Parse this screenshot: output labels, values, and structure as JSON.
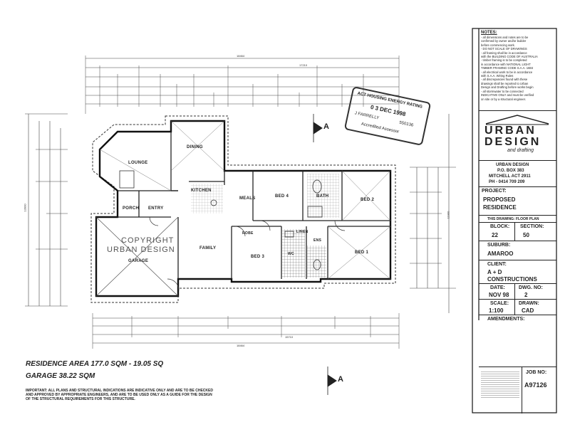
{
  "stamp": {
    "title": "ACT HOUSING ENERGY RATING",
    "date": "0 3 DEC 1998",
    "assessor": "J FARRELLY",
    "number": "550136",
    "role": "Accredited Assessor"
  },
  "rooms": {
    "lounge": "LOUNGE",
    "dining": "DINING",
    "kitchen": "KITCHEN",
    "meals": "MEALS",
    "porch": "PORCH",
    "entry": "ENTRY",
    "bed4": "BED 4",
    "bath": "BATH",
    "bed2": "BED 2",
    "family": "FAMILY",
    "bed3": "BED 3",
    "bed1": "BED 1",
    "garage": "GARAGE",
    "linen": "LINEN",
    "robe": "ROBE",
    "wc": "WC",
    "ensuite": "ENS"
  },
  "watermark": {
    "line1": "COPYRIGHT",
    "line2": "URBAN DESIGN"
  },
  "section_marker": "A",
  "areas": {
    "residence": "RESIDENCE AREA  177.0 SQM - 19.05 SQ",
    "garage": "GARAGE  38.22 SQM"
  },
  "disclaimer": "IMPORTANT: ALL PLANS AND STRUCTURAL INDICATIONS ARE INDICATIVE ONLY AND ARE TO BE CHECKED AND APPROVED BY APPROPRIATE ENGINEERS, AND ARE TO BE USED ONLY AS A GUIDE FOR THE DESIGN OF THE STRUCTURAL REQUIREMENTS FOR THIS STRUCTURE.",
  "title_block": {
    "notes_heading": "NOTES:",
    "notes_lines": [
      "- all dimensions and notes are to be",
      "  confirmed by owner and/or builder",
      "  before commencing work.",
      "- DO NOT SCALE OF DRAWINGS",
      "- all framing shall be in accordance",
      "  with the BUILDING CODE OF AUSTRALIA",
      "- timber framing is to be completed",
      "  in accordance with NATIONAL LIGHT",
      "  TIMBER FRAMING CODE S.A.A. 1684",
      "- all electrical work to be in accordance",
      "  with S.A.A. Wiring Rules",
      "- all discrepancies found with these",
      "  drawings shall be reported to Urban",
      "  Design and Drafting before works begin",
      "- all stormwater to be connected",
      "  INDICATIVE ONLY and must be verified",
      "  on site or by a structural engineer."
    ],
    "company_line1": "URBAN",
    "company_line2": "DESIGN",
    "company_line3": "and drafting",
    "company_name": "URBAN DESIGN",
    "po_box": "P.O. BOX 383",
    "suburb_state": "MITCHELL ACT 2911",
    "phone": "PH - 0414 709 209",
    "project_label": "PROJECT:",
    "project_line1": "PROPOSED",
    "project_line2": "RESIDENCE",
    "drawing_label": "THIS DRAWING:  FLOOR PLAN",
    "block_label": "BLOCK:",
    "block_value": "22",
    "section_label": "SECTION:",
    "section_value": "50",
    "suburb_label": "SUBURB:",
    "suburb_value": "AMAROO",
    "client_label": "CLIENT:",
    "client_line1": "A + D",
    "client_line2": "CONSTRUCTIONS",
    "date_label": "DATE:",
    "date_value": "NOV 98",
    "dwg_label": "DWG. NO:",
    "dwg_value": "2",
    "scale_label": "SCALE:",
    "scale_value": "1:100",
    "drawn_label": "DRAWN:",
    "drawn_value": "CAD",
    "amendments_label": "AMENDMENTS:",
    "job_label": "JOB NO:",
    "job_value": "A97126"
  },
  "dimensions": {
    "overall_top": "18464",
    "sub_top": "17210",
    "overall_bottom": "18464",
    "sub_bottom": "15710",
    "left_side": "13900",
    "right_side": "11900"
  }
}
